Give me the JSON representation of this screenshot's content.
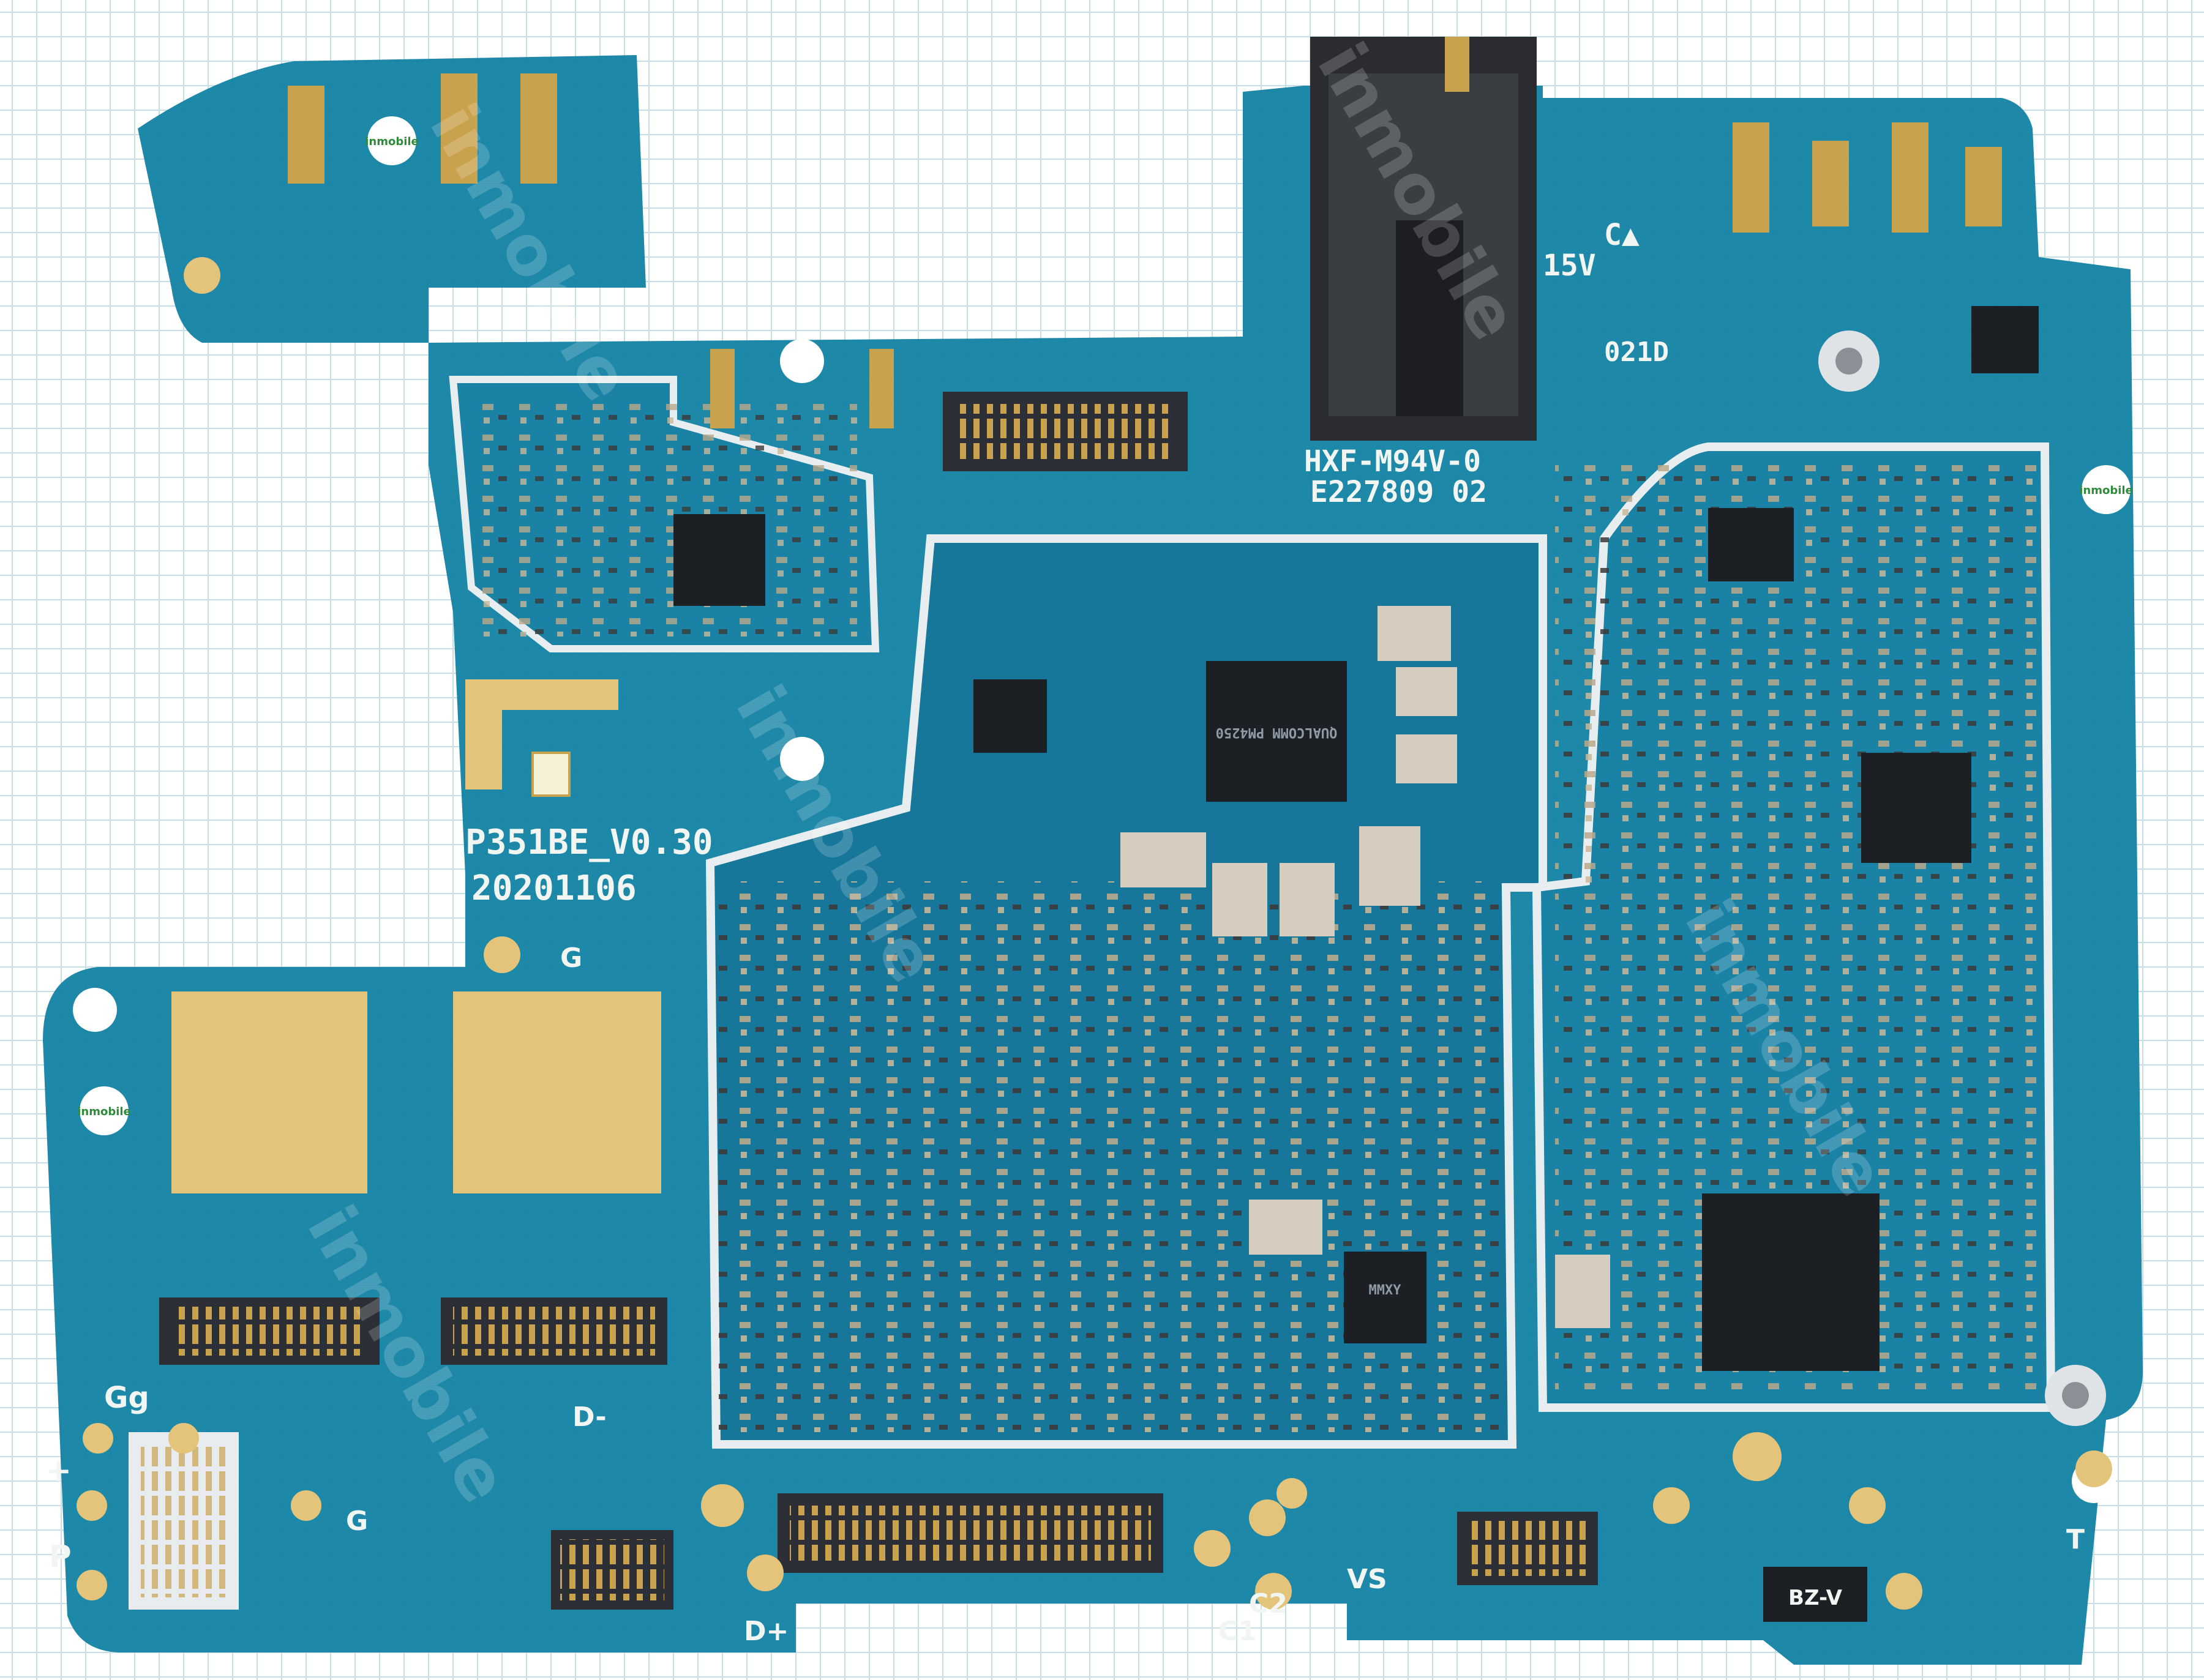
{
  "board": {
    "model_label": "P351BE_V0.30",
    "date_label": "20201106",
    "jack_label": "HXF-M94V-0",
    "jack_code": "E227809 02",
    "voltage_label": "15V",
    "cert_text": "C▲",
    "jack_side_code": "021D",
    "pads": {
      "G_upper": "G",
      "Gg": "Gg",
      "D_minus": "D-",
      "plus": "+",
      "P": "P",
      "G_lower": "G",
      "D_plus": "D+",
      "C1": "C1",
      "C2": "C2",
      "VS": "VS",
      "T": "T"
    },
    "chips": {
      "pmic_mark": "QUALCOMM PM4250",
      "bz_diode": "BZ-V",
      "mmxy": "MMXY"
    }
  },
  "watermark": {
    "logo_text": "inmobile",
    "tiled_text": "inmobile"
  },
  "colors": {
    "pcb": "#1e88a8",
    "pcb_dark": "#146b88",
    "gold": "#e4c47a",
    "silkscreen": "#f2f6f2",
    "chip": "#1c1f24"
  }
}
